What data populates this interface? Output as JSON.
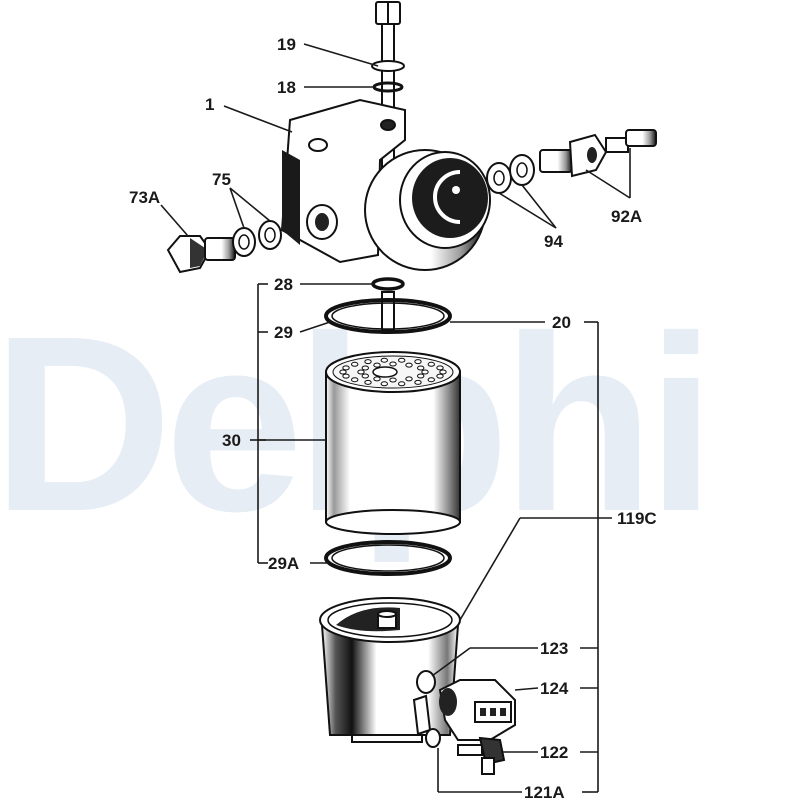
{
  "watermark": "Delphi",
  "labels": {
    "l19": "19",
    "l18": "18",
    "l1": "1",
    "l73A": "73A",
    "l75": "75",
    "l94": "94",
    "l92A": "92A",
    "l28": "28",
    "l29": "29",
    "l20": "20",
    "l30": "30",
    "l119C": "119C",
    "l29A": "29A",
    "l123": "123",
    "l124": "124",
    "l122": "122",
    "l121A": "121A"
  }
}
